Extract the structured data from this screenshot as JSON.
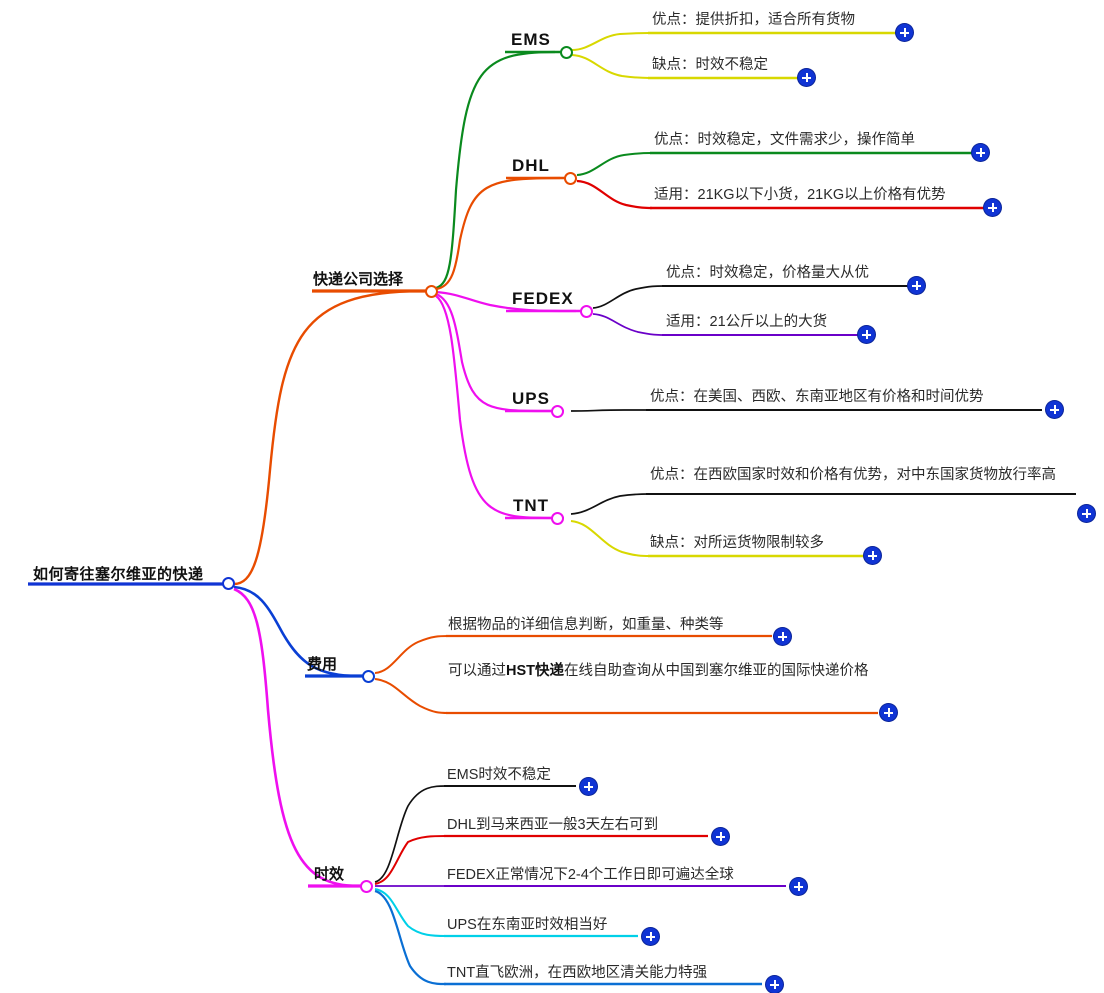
{
  "map": {
    "type": "mindmap",
    "root": {
      "label": "如何寄往塞尔维亚的快递",
      "underline_color": "#1034d4"
    },
    "branches": [
      {
        "label": "快递公司选择",
        "color": "#e84c00",
        "children": [
          {
            "label": "EMS",
            "color": "#0a8a1e",
            "children": [
              {
                "label": "优点：提供折扣，适合所有货物",
                "color": "#d8d800"
              },
              {
                "label": "缺点：时效不稳定",
                "color": "#d8d800"
              }
            ]
          },
          {
            "label": "DHL",
            "color": "#e84c00",
            "children": [
              {
                "label": "优点：时效稳定，文件需求少，操作简单",
                "color": "#0a8a1e"
              },
              {
                "label": "适用：21KG以下小货，21KG以上价格有优势",
                "color": "#e00000"
              }
            ]
          },
          {
            "label": "FEDEX",
            "color": "#ef0fef",
            "children": [
              {
                "label": "优点：时效稳定，价格量大从优",
                "color": "#111111"
              },
              {
                "label": "适用：21公斤以上的大货",
                "color": "#6a00c8"
              }
            ]
          },
          {
            "label": "UPS",
            "color": "#ef0fef",
            "children": [
              {
                "label": "优点：在美国、西欧、东南亚地区有价格和时间优势",
                "color": "#111111"
              }
            ]
          },
          {
            "label": "TNT",
            "color": "#ef0fef",
            "children": [
              {
                "label": "优点：在西欧国家时效和价格有优势，对中东国家货物放行率高",
                "color": "#111111"
              },
              {
                "label": "缺点：对所运货物限制较多",
                "color": "#d8d800"
              }
            ]
          }
        ]
      },
      {
        "label": "费用",
        "color": "#0a3fd4",
        "children": [
          {
            "label": "根据物品的详细信息判断，如重量、种类等",
            "color": "#e84c00"
          },
          {
            "label_pre": "可以通过",
            "label_bold": "HST快递",
            "label_post": "在线自助查询从中国到塞尔维亚的国际快递价格",
            "color": "#e84c00"
          }
        ]
      },
      {
        "label": "时效",
        "color": "#ef0fef",
        "children": [
          {
            "label": "EMS时效不稳定",
            "color": "#111111"
          },
          {
            "label": "DHL到马来西亚一般3天左右可到",
            "color": "#e00000"
          },
          {
            "label": "FEDEX正常情况下2-4个工作日即可遍达全球",
            "color": "#6a00c8"
          },
          {
            "label": "UPS在东南亚时效相当好",
            "color": "#00d0e8"
          },
          {
            "label": "TNT直飞欧洲，在西欧地区清关能力特强",
            "color": "#0a6fd4"
          }
        ]
      }
    ],
    "expand_buttons": {
      "icon": "plus-icon",
      "count": 16
    }
  }
}
